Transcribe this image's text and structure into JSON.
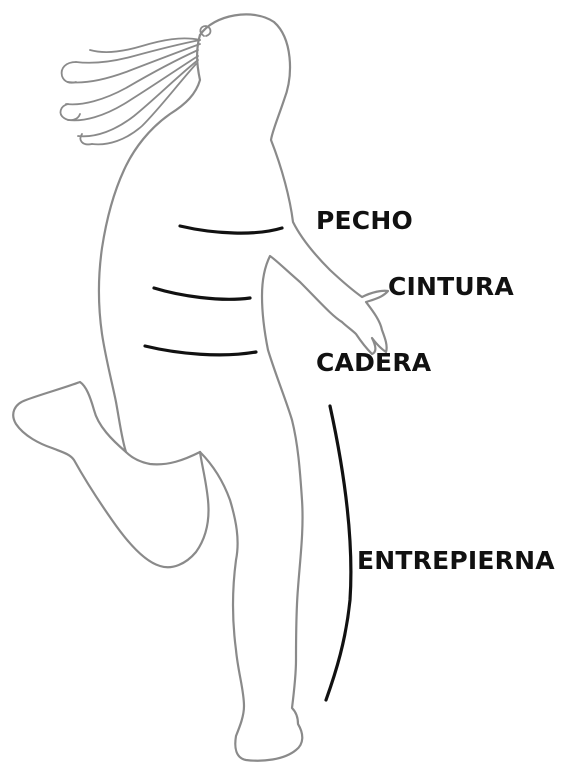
{
  "labels": {
    "chest": "PECHO",
    "waist": "CINTURA",
    "hip": "CADERA",
    "inseam": "ENTREPIERNA"
  },
  "colors": {
    "outline": "#8a8a8a",
    "measure_line": "#111111",
    "text": "#111111",
    "background": "#ffffff"
  }
}
